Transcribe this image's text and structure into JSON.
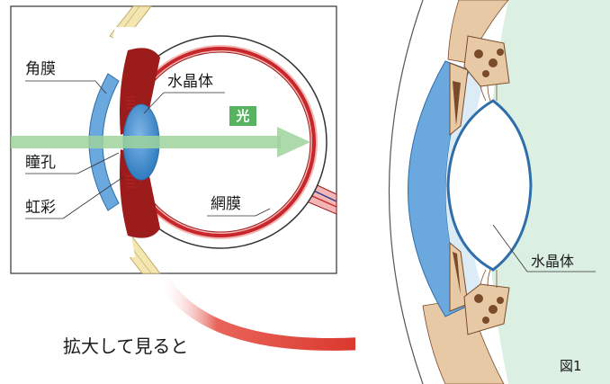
{
  "labels": {
    "cornea": "角膜",
    "lens_small": "水晶体",
    "light": "光",
    "pupil": "瞳孔",
    "iris": "虹彩",
    "retina": "網膜",
    "lens_large": "水晶体",
    "caption": "拡大して見ると",
    "figure_number": "図1"
  },
  "colors": {
    "cornea_blue": "#6aa8de",
    "lens_blue": "#3b87c8",
    "dark_red": "#9c1c1c",
    "red": "#c8262a",
    "pink": "#f2b7b4",
    "light_green": "#9ed49c",
    "green_label": "#57b35f",
    "aqueous": "#dcecf6",
    "vitreous": "#dcefe3",
    "tan": "#e8c9a6",
    "brown": "#7a4b2a",
    "arrow_red": "#d82e23"
  },
  "icons": {
    "light_arrow": "arrow-right-icon",
    "zoom_arrow": "curved-arrow-icon"
  }
}
